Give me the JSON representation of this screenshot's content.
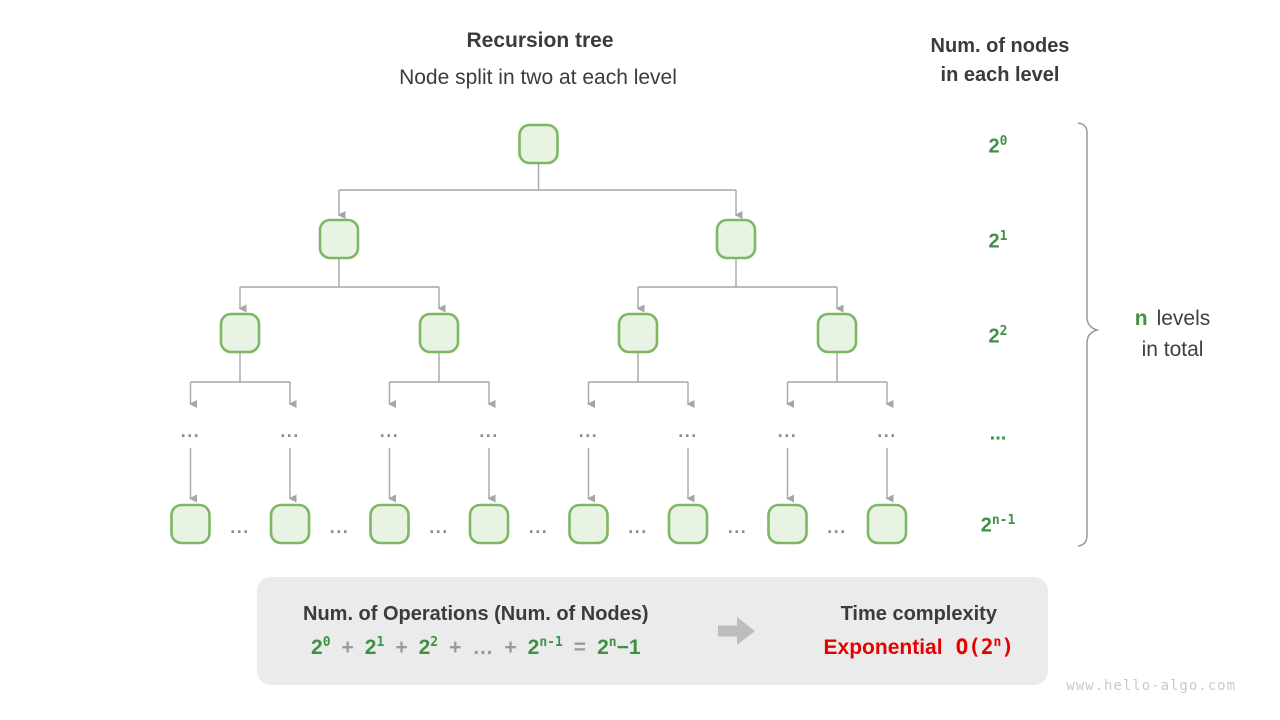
{
  "header": {
    "title": "Recursion tree",
    "subtitle": "Node split in two at each level",
    "right_title_line1": "Num. of nodes",
    "right_title_line2": "in each level"
  },
  "tree": {
    "ellipsis": "..."
  },
  "level_labels": [
    {
      "base": "2",
      "exp": "0"
    },
    {
      "base": "2",
      "exp": "1"
    },
    {
      "base": "2",
      "exp": "2"
    },
    {
      "base": "...",
      "exp": ""
    },
    {
      "base": "2",
      "exp": "n-1"
    }
  ],
  "brace_label": {
    "n": "n",
    "levels": "levels",
    "line2": "in total"
  },
  "box": {
    "title": "Num. of Operations (Num. of Nodes)",
    "formula": [
      {
        "text": "2",
        "sup": "0"
      },
      {
        "text": "+"
      },
      {
        "text": "2",
        "sup": "1"
      },
      {
        "text": "+"
      },
      {
        "text": "2",
        "sup": "2"
      },
      {
        "text": "+"
      },
      {
        "text": "…"
      },
      {
        "text": "+"
      },
      {
        "text": "2",
        "sup": "n-1"
      },
      {
        "text": "="
      },
      {
        "text": "2",
        "sup": "n",
        "after": "−1"
      }
    ],
    "right_title": "Time complexity",
    "complexity_word": "Exponential",
    "complexity_O": {
      "text": "O(2",
      "sup": "n",
      "after": ")"
    }
  },
  "watermark": "www.hello-algo.com",
  "colors": {
    "ink": "#3b3b3b",
    "green": "#3f9143",
    "node-fill": "#e9f3e4",
    "node-stroke": "#7db763",
    "line": "#a6a6a6",
    "dots": "#8c8c8c",
    "box-bg": "#ebebeb",
    "red": "#e60000",
    "arrow-icon": "#bdbdbd",
    "operator": "#9a9a9a",
    "watermark": "#c9c9c9",
    "brace": "#9a9a9a"
  }
}
